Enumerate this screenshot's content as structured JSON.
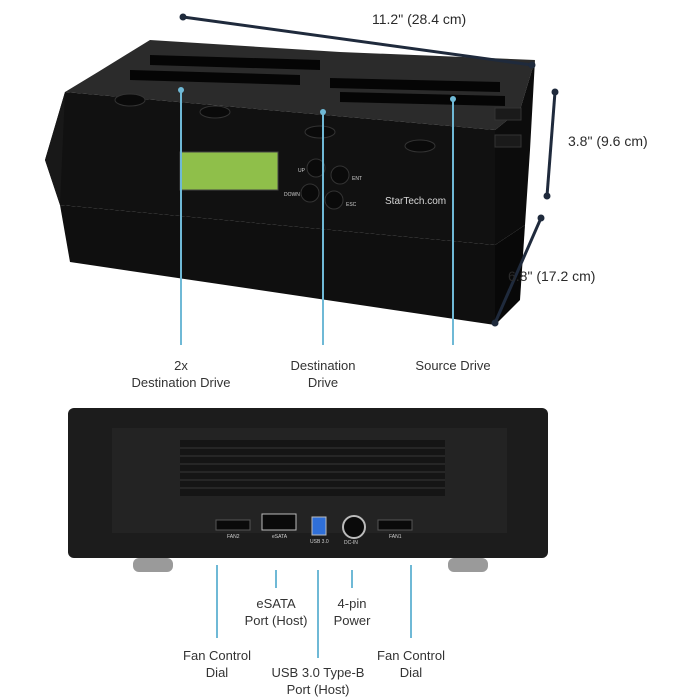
{
  "dimensions": {
    "width": "11.2\" (28.4 cm)",
    "height": "3.8\" (9.6 cm)",
    "depth": "6.8\" (17.2 cm)"
  },
  "front_callouts": [
    {
      "label": "2x\nDestination Drive"
    },
    {
      "label": "Destination\nDrive"
    },
    {
      "label": "Source Drive"
    }
  ],
  "rear_callouts": [
    {
      "label": "Fan Control\nDial"
    },
    {
      "label": "eSATA\nPort (Host)"
    },
    {
      "label": "USB 3.0 Type-B\nPort (Host)"
    },
    {
      "label": "4-pin\nPower"
    },
    {
      "label": "Fan Control\nDial"
    }
  ],
  "device": {
    "brand": "StarTech.com",
    "buttons": [
      "UP",
      "ENT",
      "DOWN",
      "ESC"
    ],
    "port_labels": [
      "FAN2",
      "eSATA",
      "USB 3.0",
      "DC-IN",
      "FAN1"
    ]
  },
  "colors": {
    "callout_line": "#6fb9d6",
    "dimension_line": "#1f2a3c",
    "device_body": "#1c1c1c",
    "lcd": "#8fbf4a",
    "usb_port": "#2f6fd8"
  }
}
